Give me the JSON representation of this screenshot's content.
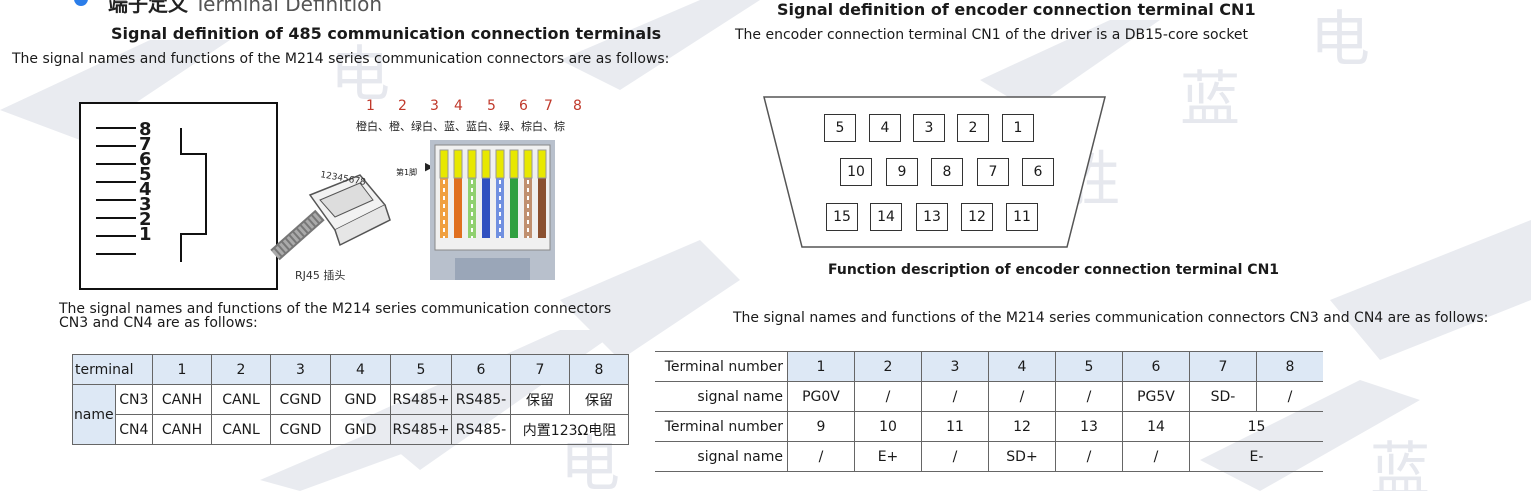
{
  "header": {
    "bullet_color": "#2b7de9",
    "partial_title_cn": "端子定义",
    "partial_title_en": "Terminal Definition"
  },
  "left": {
    "title": "Signal definition of 485 communication connection terminals",
    "subtitle": "The signal names and functions of the M214 series communication connectors are as follows:",
    "connector_pins": [
      "8",
      "7",
      "6",
      "5",
      "4",
      "3",
      "2",
      "1"
    ],
    "rj45_pin_numbers": [
      "1",
      "2",
      "3",
      "4",
      "5",
      "6",
      "7",
      "8"
    ],
    "rj45_wire_colors_text": "橙白、橙、绿白、蓝、蓝白、绿、棕白、棕",
    "rj45_pin1_label": "第1脚",
    "rj45_plug_number": "12345678",
    "rj45_plug_label": "RJ45 插头",
    "table_intro": "The signal names and functions of the M214 series communication connectors CN3 and CN4 are as follows:",
    "table": {
      "header_label": "terminal",
      "header_cols": [
        "1",
        "2",
        "3",
        "4",
        "5",
        "6",
        "7",
        "8"
      ],
      "name_label": "name",
      "rows": [
        {
          "conn": "CN3",
          "cells": [
            "CANH",
            "CANL",
            "CGND",
            "GND",
            "RS485+",
            "RS485-",
            "保留",
            "保留"
          ]
        },
        {
          "conn": "CN4",
          "cells": [
            "CANH",
            "CANL",
            "CGND",
            "GND",
            "RS485+",
            "RS485-",
            "内置123Ω电阻"
          ]
        }
      ]
    }
  },
  "right": {
    "title": "Signal definition of encoder connection terminal CN1",
    "subtitle": "The encoder connection terminal CN1 of the driver is a DB15-core socket",
    "db15_rows": [
      [
        "5",
        "4",
        "3",
        "2",
        "1"
      ],
      [
        "10",
        "9",
        "8",
        "7",
        "6"
      ],
      [
        "15",
        "14",
        "13",
        "12",
        "11"
      ]
    ],
    "function_caption": "Function description of encoder connection terminal CN1",
    "table_intro": "The signal names and functions of the M214 series communication connectors CN3 and CN4 are as follows:",
    "table": {
      "row1_label": "Terminal number",
      "row1": [
        "1",
        "2",
        "3",
        "4",
        "5",
        "6",
        "7",
        "8"
      ],
      "row2_label": "signal name",
      "row2": [
        "PG0V",
        "/",
        "/",
        "/",
        "/",
        "PG5V",
        "SD-",
        "/"
      ],
      "row3_label": "Terminal number",
      "row3": [
        "9",
        "10",
        "11",
        "12",
        "13",
        "14",
        "15"
      ],
      "row4_label": "signal name",
      "row4": [
        "/",
        "E+",
        "/",
        "SD+",
        "/",
        "/",
        "E-"
      ]
    }
  },
  "watermark": {
    "text_cn_1": "电",
    "text_cn_2": "蓝",
    "text_cn_3": "胜",
    "color": "#e6e8ee"
  }
}
